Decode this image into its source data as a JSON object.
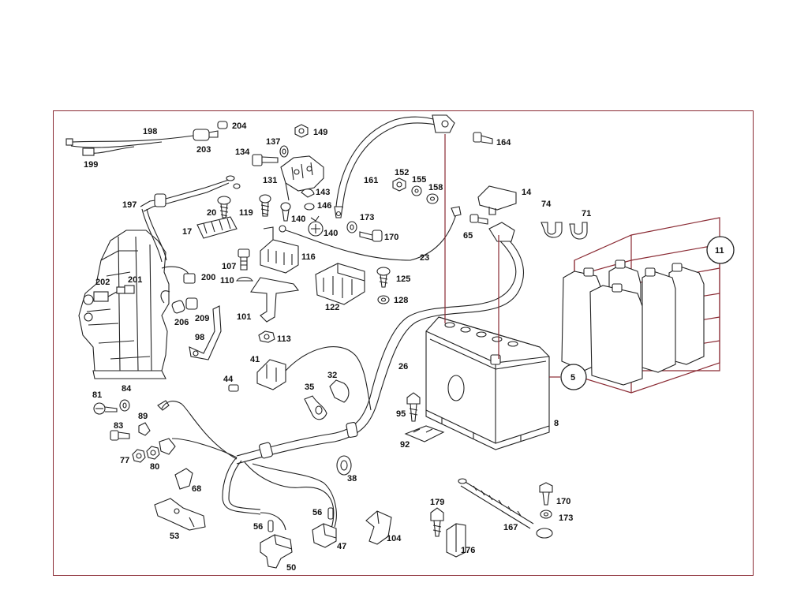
{
  "labels": {
    "p198": "198",
    "p204": "204",
    "p203": "203",
    "p199": "199",
    "p137": "137",
    "p149": "149",
    "p134": "134",
    "p164": "164",
    "p131": "131",
    "p143": "143",
    "p146": "146",
    "p161": "161",
    "p152": "152",
    "p155": "155",
    "p158": "158",
    "p14": "14",
    "p197": "197",
    "p20": "20",
    "p119": "119",
    "p140a": "140",
    "p140b": "140",
    "p173a": "173",
    "p170a": "170",
    "p74": "74",
    "p71": "71",
    "p65": "65",
    "p17": "17",
    "p11": "11",
    "p116": "116",
    "p23": "23",
    "p107": "107",
    "p125": "125",
    "p202": "202",
    "p201": "201",
    "p200": "200",
    "p110": "110",
    "p128": "128",
    "p122": "122",
    "p206": "206",
    "p209": "209",
    "p101": "101",
    "p98": "98",
    "p113": "113",
    "p41": "41",
    "p26": "26",
    "p5": "5",
    "p44": "44",
    "p32": "32",
    "p81": "81",
    "p84": "84",
    "p35": "35",
    "p95": "95",
    "p89": "89",
    "p8": "8",
    "p83": "83",
    "p92": "92",
    "p77": "77",
    "p80": "80",
    "p38": "38",
    "p68": "68",
    "p179": "179",
    "p170b": "170",
    "p173b": "173",
    "p56a": "56",
    "p56b": "56",
    "p167": "167",
    "p53": "53",
    "p104": "104",
    "p47": "47",
    "p176": "176",
    "p50": "50"
  }
}
